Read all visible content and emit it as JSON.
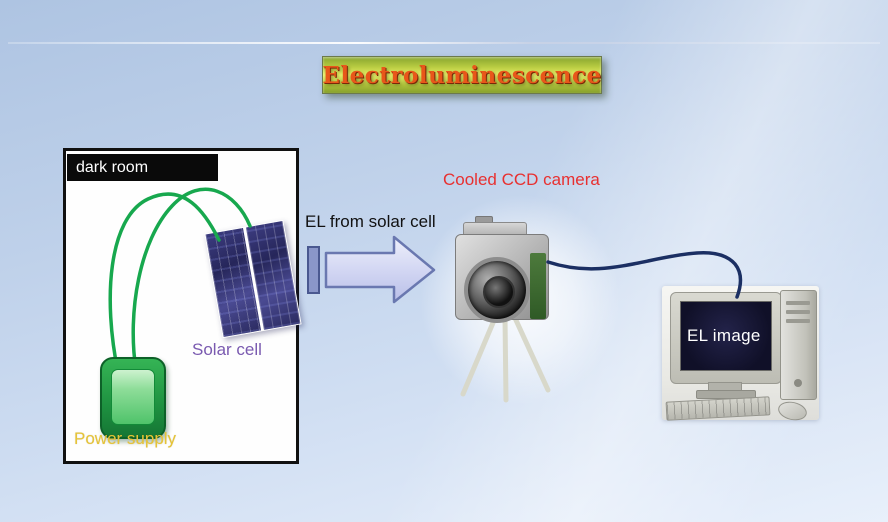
{
  "slide": {
    "title": "Electroluminescence",
    "labels": {
      "el_from_solar_cell": "EL from solar cell",
      "cooled_ccd_camera": "Cooled CCD camera"
    }
  },
  "dark_room": {
    "title": "dark room",
    "solar_cell_label": "Solar cell",
    "power_supply_label": "Power supply"
  },
  "computer": {
    "screen_label": "EL image"
  },
  "colors": {
    "title_text": "#e8571a",
    "title_box_green": "#8fae33",
    "title_box_yellow": "#e7ee66",
    "camera_label": "#e83030",
    "solar_cell_label": "#7a5ab0",
    "power_supply_label": "#e6c437",
    "el_label": "#111111",
    "wire_green": "#17a84e",
    "cable_navy": "#1b2f63",
    "arrow_fill_light": "#eef0fb",
    "arrow_fill_dark": "#b9bfe8",
    "dark_room_header_bg": "#0a0a0a",
    "screen_text": "#ffffff"
  }
}
